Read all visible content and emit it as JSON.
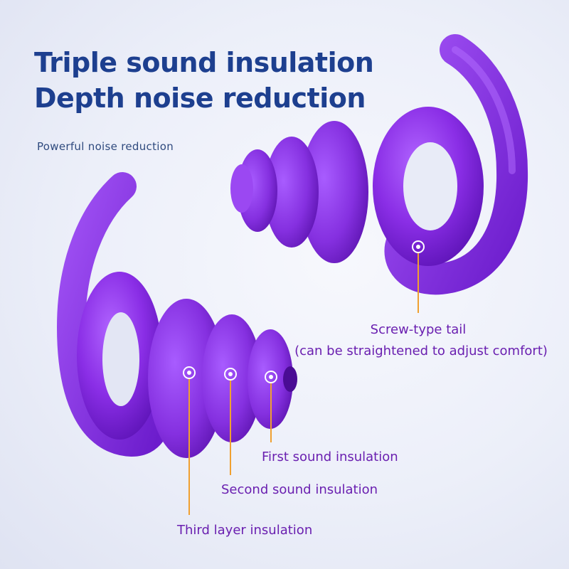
{
  "headline": {
    "line1": "Triple sound insulation",
    "line2": "Depth noise reduction"
  },
  "subtitle": "Powerful noise reduction",
  "callouts": {
    "tail_line1": "Screw-type tail",
    "tail_line2": "(can be straightened to adjust comfort)",
    "first": "First sound insulation",
    "second": "Second sound insulation",
    "third": "Third layer insulation"
  },
  "colors": {
    "headline": "#1d3f8f",
    "callout_text": "#6a1fb0",
    "product_purple": "#8a2ee6",
    "leader_line": "#f0a030"
  }
}
